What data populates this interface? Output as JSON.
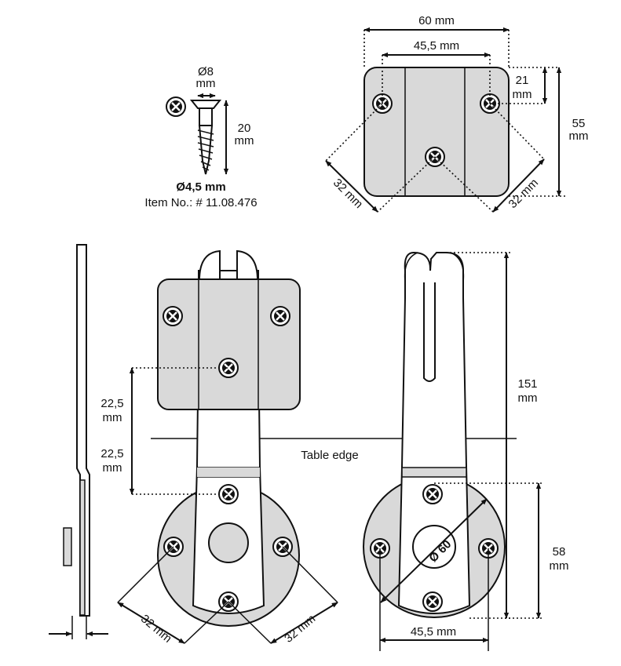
{
  "screw": {
    "head_diameter": "Ø8",
    "head_unit": "mm",
    "length": "20",
    "length_unit": "mm",
    "shank_diameter": "Ø4,5 mm",
    "item_number": "Item No.: # 11.08.476"
  },
  "plate": {
    "width": "60 mm",
    "hole_spacing": "45,5 mm",
    "hole_offset": "21",
    "hole_offset_unit": "mm",
    "height": "55",
    "height_unit": "mm",
    "diag_left": "32 mm",
    "diag_right": "32 mm"
  },
  "front_view": {
    "spacing_upper": "22,5",
    "spacing_upper_unit": "mm",
    "spacing_lower": "22,5",
    "spacing_lower_unit": "mm",
    "table_edge": "Table edge",
    "diag_left": "32 mm",
    "diag_right": "32 mm"
  },
  "back_view": {
    "total_length": "151",
    "total_length_unit": "mm",
    "disc_height": "58",
    "disc_height_unit": "mm",
    "hole_diameter": "Ø 60",
    "hole_spacing": "45,5 mm"
  },
  "colors": {
    "part_fill": "#d9d9d9",
    "line": "#111111"
  }
}
